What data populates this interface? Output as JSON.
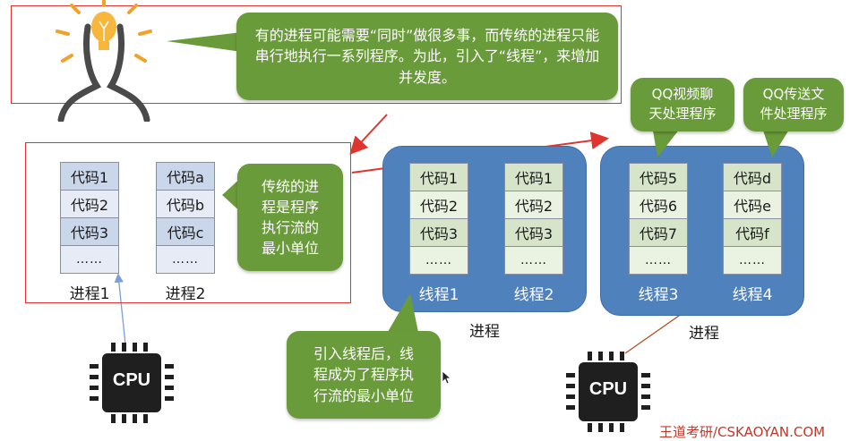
{
  "intro_text": "有的进程可能需要“同时”做很多事，而传统的进程只能串行地执行一系列程序。为此，引入了“线程”，来增加并发度。",
  "traditional_text": "传统的进\n程是程序\n执行流的\n最小单位",
  "after_threads_text": "引入线程后，线\n程成为了程序执\n行流的最小单位",
  "qq_video_text": "QQ视频聊\n天处理程序",
  "qq_file_text": "QQ传送文\n件处理程序",
  "process1": {
    "label": "进程1",
    "cells": [
      "代码1",
      "代码2",
      "代码3",
      "……"
    ]
  },
  "process2": {
    "label": "进程2",
    "cells": [
      "代码a",
      "代码b",
      "代码c",
      "……"
    ]
  },
  "proc_a": {
    "label": "进程",
    "thread1": {
      "label": "线程1",
      "cells": [
        "代码1",
        "代码2",
        "代码3",
        "……"
      ]
    },
    "thread2": {
      "label": "线程2",
      "cells": [
        "代码1",
        "代码2",
        "代码3",
        "……"
      ]
    }
  },
  "proc_b": {
    "label": "进程",
    "thread3": {
      "label": "线程3",
      "cells": [
        "代码5",
        "代码6",
        "代码7",
        "……"
      ]
    },
    "thread4": {
      "label": "线程4",
      "cells": [
        "代码d",
        "代码e",
        "代码f",
        "……"
      ]
    }
  },
  "cpu_label": "CPU",
  "watermark": "王道考研/CSKAOYAN.COM",
  "colors": {
    "bubble": "#6a9b3a",
    "cluster": "#4f81bd",
    "frame": "#e0352e",
    "arrow": "#e0352e"
  }
}
